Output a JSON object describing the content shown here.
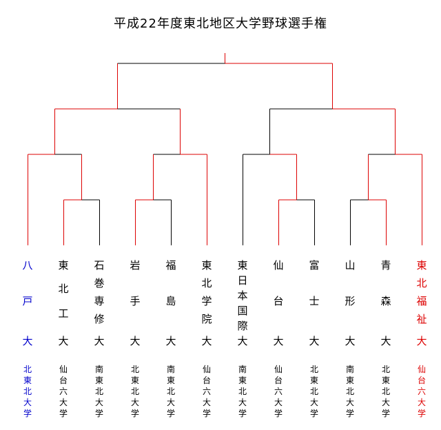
{
  "title": "平成22年度東北地区大学野球選手権",
  "colors": {
    "winner": "#dd0000",
    "line": "#000000",
    "champion": "#dd0000",
    "highlight": "#0000cc",
    "text": "#000000"
  },
  "teams": [
    {
      "name": "八戸大",
      "league": "北東北大学",
      "color": "#0000cc"
    },
    {
      "name": "東北工大",
      "league": "仙台六大学",
      "color": "#000000"
    },
    {
      "name": "石巻専修大",
      "league": "南東北大学",
      "color": "#000000"
    },
    {
      "name": "岩手大",
      "league": "北東北大学",
      "color": "#000000"
    },
    {
      "name": "福島大",
      "league": "南東北大学",
      "color": "#000000"
    },
    {
      "name": "東北学院大",
      "league": "仙台六大学",
      "color": "#000000"
    },
    {
      "name": "東日本国際大",
      "league": "南東北大学",
      "color": "#000000"
    },
    {
      "name": "仙台大",
      "league": "仙台六大学",
      "color": "#000000"
    },
    {
      "name": "富士大",
      "league": "北東北大学",
      "color": "#000000"
    },
    {
      "name": "山形大",
      "league": "南東北大学",
      "color": "#000000"
    },
    {
      "name": "青森大",
      "league": "北東北大学",
      "color": "#000000"
    },
    {
      "name": "東北福祉大",
      "league": "仙台六大学",
      "color": "#dd0000"
    }
  ]
}
